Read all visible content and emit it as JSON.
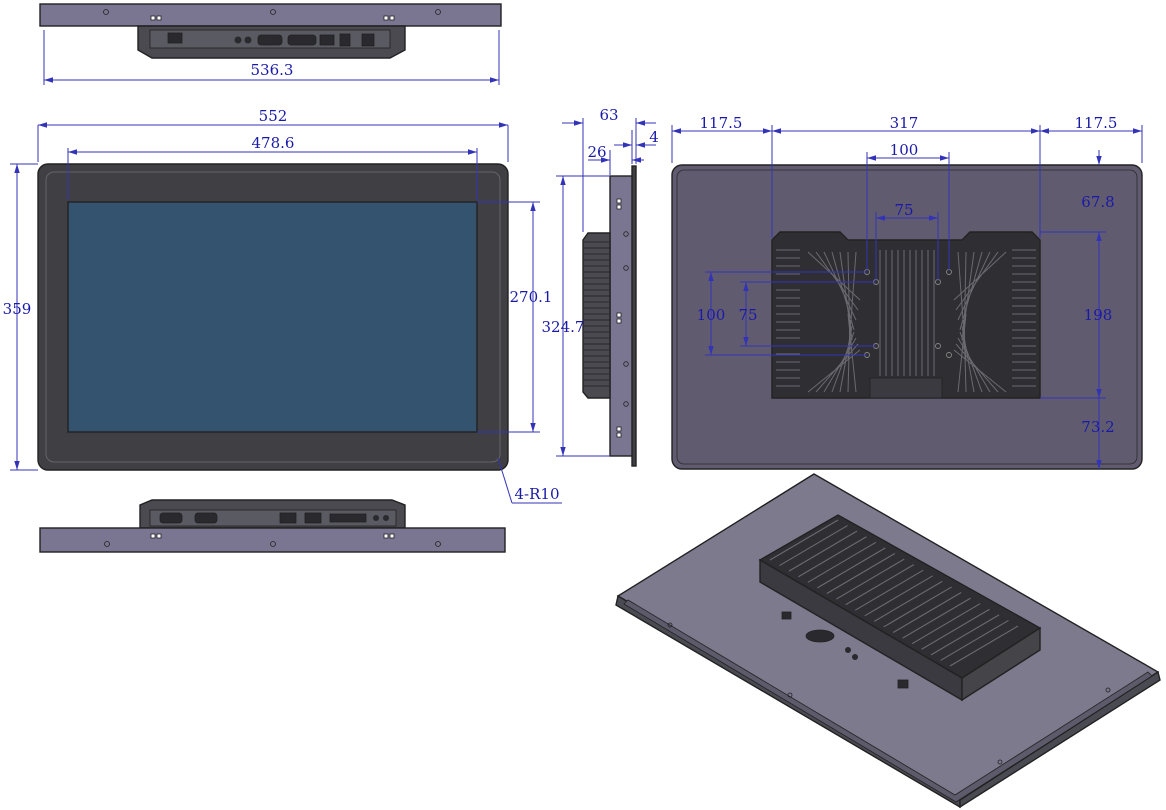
{
  "dimensions": {
    "top_width": "536.3",
    "front_outer_width": "552",
    "front_screen_width": "478.6",
    "front_outer_height": "359",
    "front_screen_height": "270.1",
    "corner_radius": "4-R10",
    "side_depth_total": "63",
    "side_flange": "4",
    "side_body": "26",
    "side_height": "324.7",
    "back_left_offset": "117.5",
    "back_case_width": "317",
    "back_right_offset": "117.5",
    "back_vesa_outer": "100",
    "back_vesa_inner": "75",
    "back_top_offset": "67.8",
    "back_case_height": "198",
    "back_bottom_offset": "73.2",
    "back_vesa_outer_v": "100",
    "back_vesa_inner_v": "75"
  },
  "colors": {
    "bezel": "#3f3f44",
    "screen": "#34536f",
    "back_plate": "#615b70",
    "frame_bar": "#7a7590",
    "heatsink": "#2f2f33",
    "iso_plate": "#7d7a8e",
    "dimension": "#1a1aa8"
  }
}
